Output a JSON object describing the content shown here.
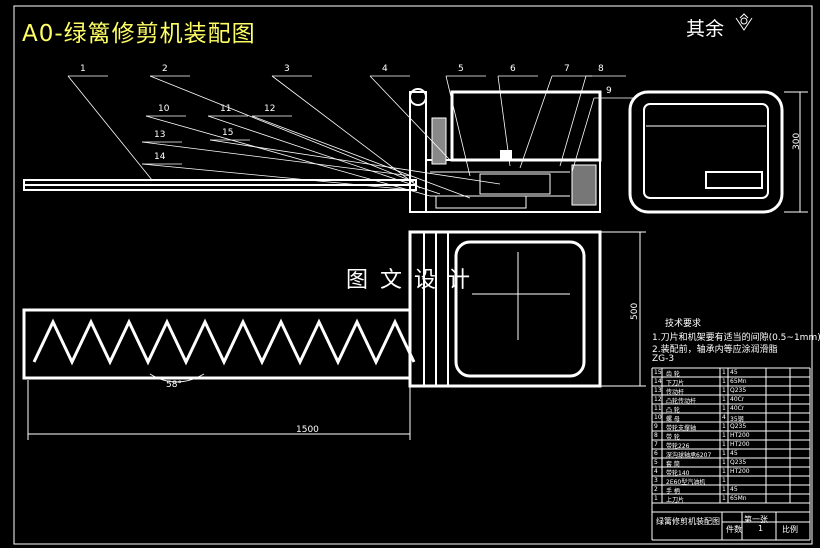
{
  "drawing": {
    "title": "A0-绿篱修剪机装配图",
    "roughness": "其余",
    "watermark": "图文设计",
    "angle": "58°",
    "length_dim": "1500",
    "height_dim": "300",
    "width_dim": "500",
    "callouts": [
      "1",
      "2",
      "3",
      "4",
      "5",
      "6",
      "7",
      "8",
      "9",
      "10",
      "11",
      "12",
      "13",
      "14",
      "15"
    ]
  },
  "requirements": {
    "title": "技术要求",
    "lines": [
      "1.刀片和机架要有适当的间隙(0.5~1mm)",
      "2.装配前，轴承内等应涂润滑脂",
      "ZG-3"
    ]
  },
  "bom": [
    {
      "no": "15",
      "name": "齿  轮",
      "qty": "1",
      "material": "45"
    },
    {
      "no": "14",
      "name": "下刀片",
      "qty": "1",
      "material": "65Mn"
    },
    {
      "no": "13",
      "name": "传动杆",
      "qty": "1",
      "material": "Q235"
    },
    {
      "no": "12",
      "name": "凸轮传动杆",
      "qty": "1",
      "material": "40Cr"
    },
    {
      "no": "11",
      "name": "凸  轮",
      "qty": "1",
      "material": "40Cr"
    },
    {
      "no": "10",
      "name": "螺  母",
      "qty": "4",
      "material": "35钢"
    },
    {
      "no": "9",
      "name": "带轮支撑轴",
      "qty": "1",
      "material": "Q235"
    },
    {
      "no": "8",
      "name": "带  轮",
      "qty": "1",
      "material": "HT200"
    },
    {
      "no": "7",
      "name": "带轮226",
      "qty": "1",
      "material": "HT200"
    },
    {
      "no": "6",
      "name": "深沟球轴承6207",
      "qty": "1",
      "material": "45"
    },
    {
      "no": "5",
      "name": "套  筒",
      "qty": "1",
      "material": "Q235"
    },
    {
      "no": "4",
      "name": "带轮140",
      "qty": "1",
      "material": "HT200"
    },
    {
      "no": "3",
      "name": "2E60型汽油机",
      "qty": "1",
      "material": ""
    },
    {
      "no": "2",
      "name": "手  柄",
      "qty": "1",
      "material": "45"
    },
    {
      "no": "1",
      "name": "上刀片",
      "qty": "1",
      "material": "65Mn"
    }
  ],
  "title_block": {
    "name": "绿篱修剪机装配图",
    "sheet": "第一张",
    "scale_label": "比例",
    "qty_label": "件数",
    "count": "1"
  },
  "colors": {
    "line": "#ffffff",
    "title": "#ffff66",
    "background": "#000000"
  }
}
